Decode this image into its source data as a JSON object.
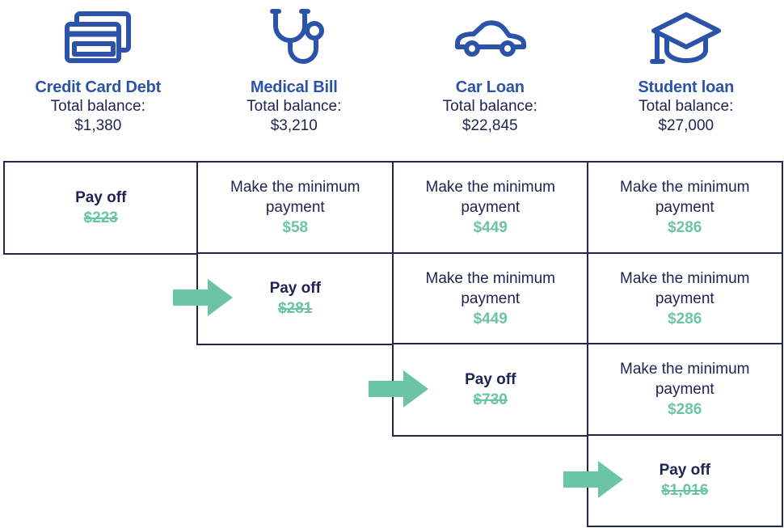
{
  "header": {
    "balance_label": "Total balance:",
    "debts": [
      {
        "icon": "credit-cards-icon",
        "name": "Credit Card Debt",
        "balance": "$1,380"
      },
      {
        "icon": "stethoscope-icon",
        "name": "Medical Bill",
        "balance": "$3,210"
      },
      {
        "icon": "car-icon",
        "name": "Car Loan",
        "balance": "$22,845"
      },
      {
        "icon": "graduation-cap-icon",
        "name": "Student loan",
        "balance": "$27,000"
      }
    ]
  },
  "table": {
    "pay_off_label": "Pay off",
    "minimum_label": "Make the minimum payment",
    "rows": [
      {
        "arrow": false,
        "cells": [
          {
            "col": 0,
            "type": "payoff",
            "label": "Pay off",
            "amount": "$223",
            "struck": true
          },
          {
            "col": 1,
            "type": "minimum",
            "label": "Make the minimum payment",
            "amount": "$58",
            "struck": false
          },
          {
            "col": 2,
            "type": "minimum",
            "label": "Make the minimum payment",
            "amount": "$449",
            "struck": false
          },
          {
            "col": 3,
            "type": "minimum",
            "label": "Make the minimum payment",
            "amount": "$286",
            "struck": false
          }
        ]
      },
      {
        "arrow": true,
        "cells": [
          {
            "col": 1,
            "type": "payoff",
            "label": "Pay off",
            "amount": "$281",
            "struck": true
          },
          {
            "col": 2,
            "type": "minimum",
            "label": "Make the minimum payment",
            "amount": "$449",
            "struck": false
          },
          {
            "col": 3,
            "type": "minimum",
            "label": "Make the minimum payment",
            "amount": "$286",
            "struck": false
          }
        ]
      },
      {
        "arrow": true,
        "cells": [
          {
            "col": 2,
            "type": "payoff",
            "label": "Pay off",
            "amount": "$730",
            "struck": true
          },
          {
            "col": 3,
            "type": "minimum",
            "label": "Make the minimum payment",
            "amount": "$286",
            "struck": false
          }
        ]
      },
      {
        "arrow": true,
        "cells": [
          {
            "col": 3,
            "type": "payoff",
            "label": "Pay off",
            "amount": "$1,016",
            "struck": true
          }
        ]
      }
    ]
  },
  "colors": {
    "heading_blue": "#2B54A8",
    "body_navy": "#1E2352",
    "border_navy": "#232650",
    "accent_green": "#6BC4A6",
    "background": "#FFFFFF"
  }
}
